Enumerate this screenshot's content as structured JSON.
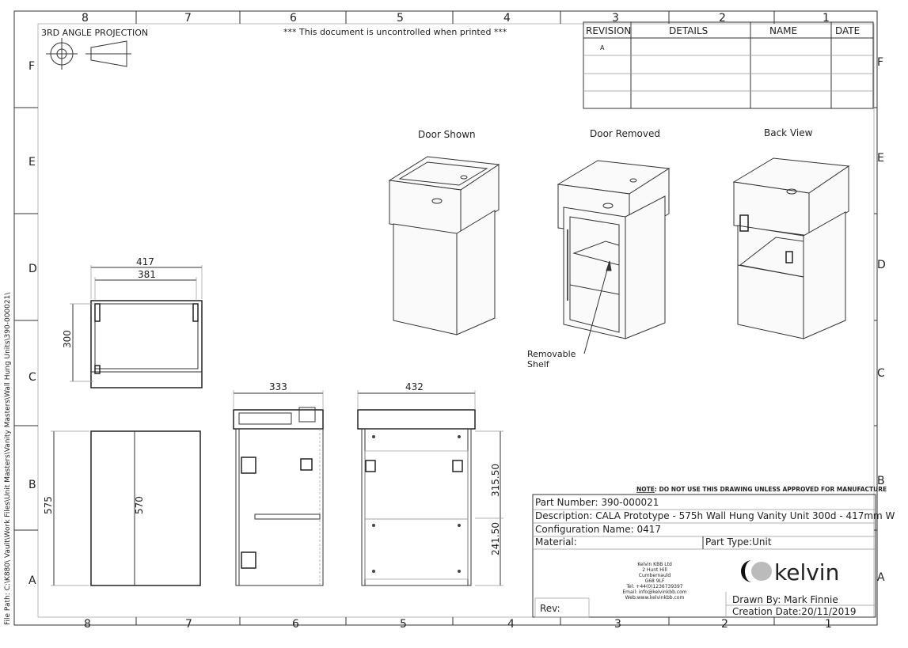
{
  "frame": {
    "columns": [
      "8",
      "7",
      "6",
      "5",
      "4",
      "3",
      "2",
      "1"
    ],
    "rows": [
      "F",
      "E",
      "D",
      "C",
      "B",
      "A"
    ],
    "file_path": "File Path: C:\\K880\\ Vault\\Work Files\\Unit Masters\\Vanity Masters\\Wall Hung Units\\390-000021\\"
  },
  "header": {
    "projection": "3RD ANGLE PROJECTION",
    "uncontrolled_notice": "*** This document is uncontrolled when printed ***"
  },
  "revision_table": {
    "columns": [
      "REVISION",
      "DETAILS",
      "NAME",
      "DATE"
    ],
    "rows": [
      [
        "A",
        "",
        "",
        ""
      ],
      [
        "",
        "",
        "",
        ""
      ],
      [
        "",
        "",
        "",
        ""
      ],
      [
        "",
        "",
        "",
        ""
      ]
    ]
  },
  "views": {
    "door_shown": "Door Shown",
    "door_removed": "Door Removed",
    "back_view": "Back View",
    "removable_shelf": [
      "Removable",
      "Shelf"
    ]
  },
  "dimensions": {
    "plan_width_outer": "417",
    "plan_width_inner": "381",
    "plan_depth": "300",
    "front_height": "575",
    "door_height": "570",
    "side_depth": "333",
    "back_width": "432",
    "back_upper": "315.50",
    "back_lower": "241.50"
  },
  "title_block": {
    "note_prefix": "NOTE",
    "note": ": DO NOT USE THIS DRAWING UNLESS APPROVED FOR MANUFACTURE",
    "part_number": "Part Number: 390-000021",
    "description": "Description: CALA Prototype - 575h Wall Hung Vanity Unit 300d  - 417mm W",
    "configuration": "Configuration Name: 0417",
    "material": "Material:",
    "part_type": "Part Type:Unit",
    "company_address": [
      "Kelvin KBB Ltd",
      "2 Hunt Hill",
      "Cumbernauld",
      "G68 9LF",
      "Tel: +44(0)1236739397",
      "Email: info@kelvinkbb.com",
      "Web:www.kelvinkbb.com"
    ],
    "logo_text": "kelvin",
    "rev_label": "Rev:",
    "drawn_by": "Drawn By: Mark Finnie",
    "creation_date": "Creation Date:20/11/2019"
  }
}
